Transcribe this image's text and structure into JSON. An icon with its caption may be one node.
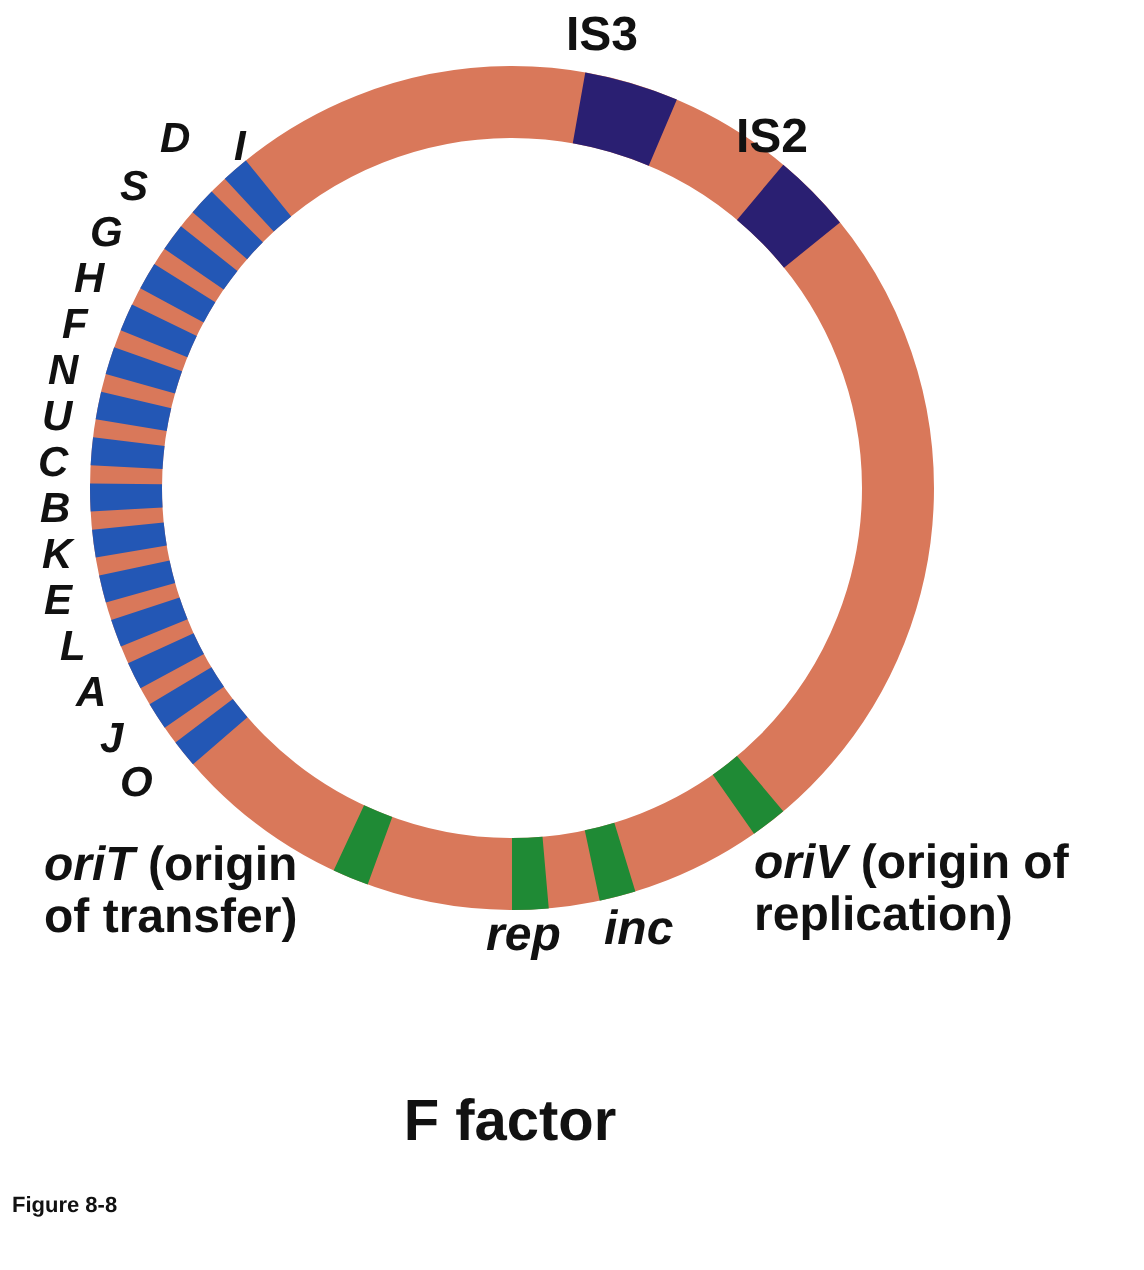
{
  "diagram": {
    "title": "F factor",
    "caption": "Figure 8-8",
    "labels": [
      "I",
      "D",
      "S",
      "G",
      "H",
      "F",
      "N",
      "U",
      "C",
      "B",
      "K",
      "E",
      "L",
      "A",
      "J",
      "O",
      "IS3",
      "IS2",
      "*oriT* (origin of transfer)",
      "*rep*",
      "*inc*",
      "*oriV* (origin of replication)"
    ]
  }
}
